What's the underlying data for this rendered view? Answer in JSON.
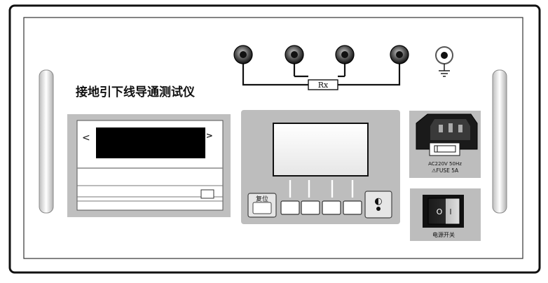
{
  "title": "接地引下线导通测试仪",
  "terminals": {
    "resistor_label": "Rx"
  },
  "printer": {
    "left_mark": "<",
    "right_mark": "∧"
  },
  "keypad": {
    "reset_label": "复位",
    "contrast_symbol": "◐"
  },
  "power_inlet": {
    "rating": "AC220V 50Hz",
    "fuse": "⚠FUSE 5A"
  },
  "power_switch": {
    "on_symbol": "I",
    "off_symbol": "O",
    "label": "电源开关"
  }
}
